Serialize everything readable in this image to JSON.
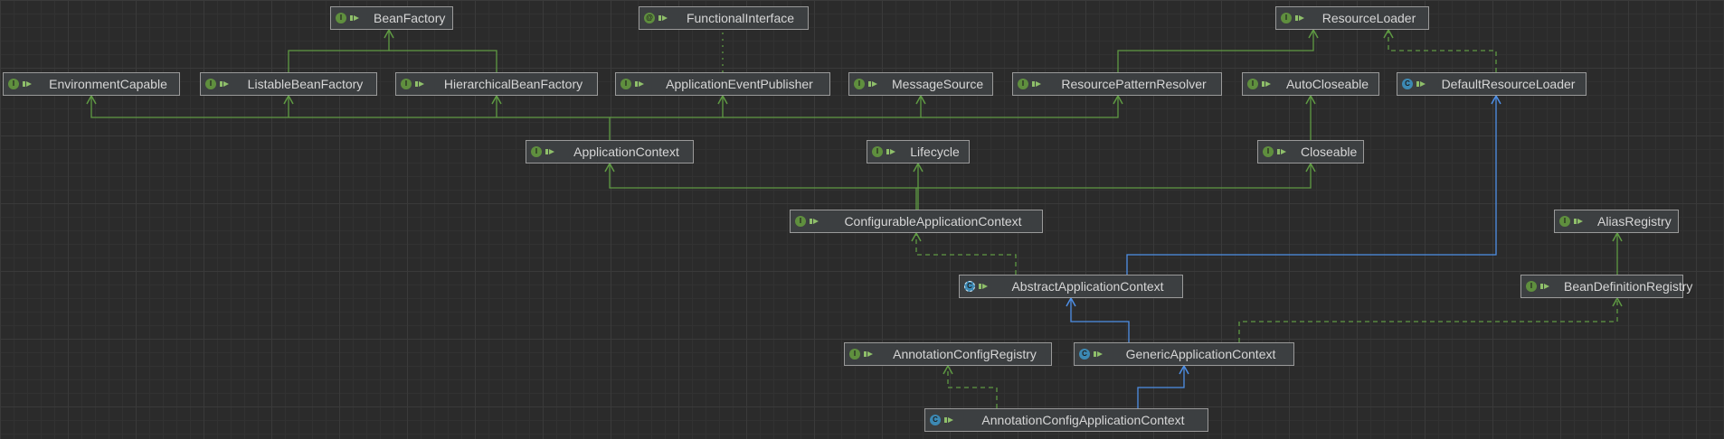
{
  "colors": {
    "interface_badge": "#5f8f3e",
    "class_badge": "#3c89b4",
    "abstract_badge": "#3c89b4",
    "annotation_badge": "#5f8f3e",
    "extends_interface_edge": "#5f9a43",
    "implements_edge": "#5f9a43",
    "class_extends_edge": "#4e8fe6"
  },
  "nodes": [
    {
      "id": "BeanFactory",
      "label": "BeanFactory",
      "kind": "interface",
      "icon": "interface-icon"
    },
    {
      "id": "FunctionalInterface",
      "label": "FunctionalInterface",
      "kind": "annotation",
      "icon": "annotation-icon"
    },
    {
      "id": "ResourceLoader",
      "label": "ResourceLoader",
      "kind": "interface",
      "icon": "interface-icon"
    },
    {
      "id": "EnvironmentCapable",
      "label": "EnvironmentCapable",
      "kind": "interface",
      "icon": "interface-icon"
    },
    {
      "id": "ListableBeanFactory",
      "label": "ListableBeanFactory",
      "kind": "interface",
      "icon": "interface-icon"
    },
    {
      "id": "HierarchicalBeanFactory",
      "label": "HierarchicalBeanFactory",
      "kind": "interface",
      "icon": "interface-icon"
    },
    {
      "id": "ApplicationEventPublisher",
      "label": "ApplicationEventPublisher",
      "kind": "interface",
      "icon": "interface-icon"
    },
    {
      "id": "MessageSource",
      "label": "MessageSource",
      "kind": "interface",
      "icon": "interface-icon"
    },
    {
      "id": "ResourcePatternResolver",
      "label": "ResourcePatternResolver",
      "kind": "interface",
      "icon": "interface-icon"
    },
    {
      "id": "AutoCloseable",
      "label": "AutoCloseable",
      "kind": "interface",
      "icon": "interface-icon"
    },
    {
      "id": "DefaultResourceLoader",
      "label": "DefaultResourceLoader",
      "kind": "class",
      "icon": "class-icon"
    },
    {
      "id": "ApplicationContext",
      "label": "ApplicationContext",
      "kind": "interface",
      "icon": "interface-icon"
    },
    {
      "id": "Lifecycle",
      "label": "Lifecycle",
      "kind": "interface",
      "icon": "interface-icon"
    },
    {
      "id": "Closeable",
      "label": "Closeable",
      "kind": "interface",
      "icon": "interface-icon"
    },
    {
      "id": "ConfigurableApplicationContext",
      "label": "ConfigurableApplicationContext",
      "kind": "interface",
      "icon": "interface-icon"
    },
    {
      "id": "AliasRegistry",
      "label": "AliasRegistry",
      "kind": "interface",
      "icon": "interface-icon"
    },
    {
      "id": "AbstractApplicationContext",
      "label": "AbstractApplicationContext",
      "kind": "abstract",
      "icon": "abstract-class-icon"
    },
    {
      "id": "BeanDefinitionRegistry",
      "label": "BeanDefinitionRegistry",
      "kind": "interface",
      "icon": "interface-icon"
    },
    {
      "id": "AnnotationConfigRegistry",
      "label": "AnnotationConfigRegistry",
      "kind": "interface",
      "icon": "interface-icon"
    },
    {
      "id": "GenericApplicationContext",
      "label": "GenericApplicationContext",
      "kind": "class",
      "icon": "class-icon"
    },
    {
      "id": "AnnotationConfigApplicationContext",
      "label": "AnnotationConfigApplicationContext",
      "kind": "class",
      "icon": "class-icon"
    }
  ],
  "edges": [
    {
      "from": "ListableBeanFactory",
      "to": "BeanFactory",
      "type": "extends-interface"
    },
    {
      "from": "HierarchicalBeanFactory",
      "to": "BeanFactory",
      "type": "extends-interface"
    },
    {
      "from": "ApplicationEventPublisher",
      "to": "FunctionalInterface",
      "type": "annotation"
    },
    {
      "from": "ResourcePatternResolver",
      "to": "ResourceLoader",
      "type": "extends-interface"
    },
    {
      "from": "DefaultResourceLoader",
      "to": "ResourceLoader",
      "type": "implements"
    },
    {
      "from": "ApplicationContext",
      "to": "EnvironmentCapable",
      "type": "extends-interface"
    },
    {
      "from": "ApplicationContext",
      "to": "ListableBeanFactory",
      "type": "extends-interface"
    },
    {
      "from": "ApplicationContext",
      "to": "HierarchicalBeanFactory",
      "type": "extends-interface"
    },
    {
      "from": "ApplicationContext",
      "to": "ApplicationEventPublisher",
      "type": "extends-interface"
    },
    {
      "from": "ApplicationContext",
      "to": "MessageSource",
      "type": "extends-interface"
    },
    {
      "from": "ApplicationContext",
      "to": "ResourcePatternResolver",
      "type": "extends-interface"
    },
    {
      "from": "Closeable",
      "to": "AutoCloseable",
      "type": "extends-interface"
    },
    {
      "from": "ConfigurableApplicationContext",
      "to": "ApplicationContext",
      "type": "extends-interface"
    },
    {
      "from": "ConfigurableApplicationContext",
      "to": "Lifecycle",
      "type": "extends-interface"
    },
    {
      "from": "ConfigurableApplicationContext",
      "to": "Closeable",
      "type": "extends-interface"
    },
    {
      "from": "AbstractApplicationContext",
      "to": "ConfigurableApplicationContext",
      "type": "implements"
    },
    {
      "from": "AbstractApplicationContext",
      "to": "DefaultResourceLoader",
      "type": "class-extends"
    },
    {
      "from": "BeanDefinitionRegistry",
      "to": "AliasRegistry",
      "type": "extends-interface"
    },
    {
      "from": "GenericApplicationContext",
      "to": "AbstractApplicationContext",
      "type": "class-extends"
    },
    {
      "from": "GenericApplicationContext",
      "to": "BeanDefinitionRegistry",
      "type": "implements"
    },
    {
      "from": "AnnotationConfigApplicationContext",
      "to": "AnnotationConfigRegistry",
      "type": "implements"
    },
    {
      "from": "AnnotationConfigApplicationContext",
      "to": "GenericApplicationContext",
      "type": "class-extends"
    }
  ]
}
